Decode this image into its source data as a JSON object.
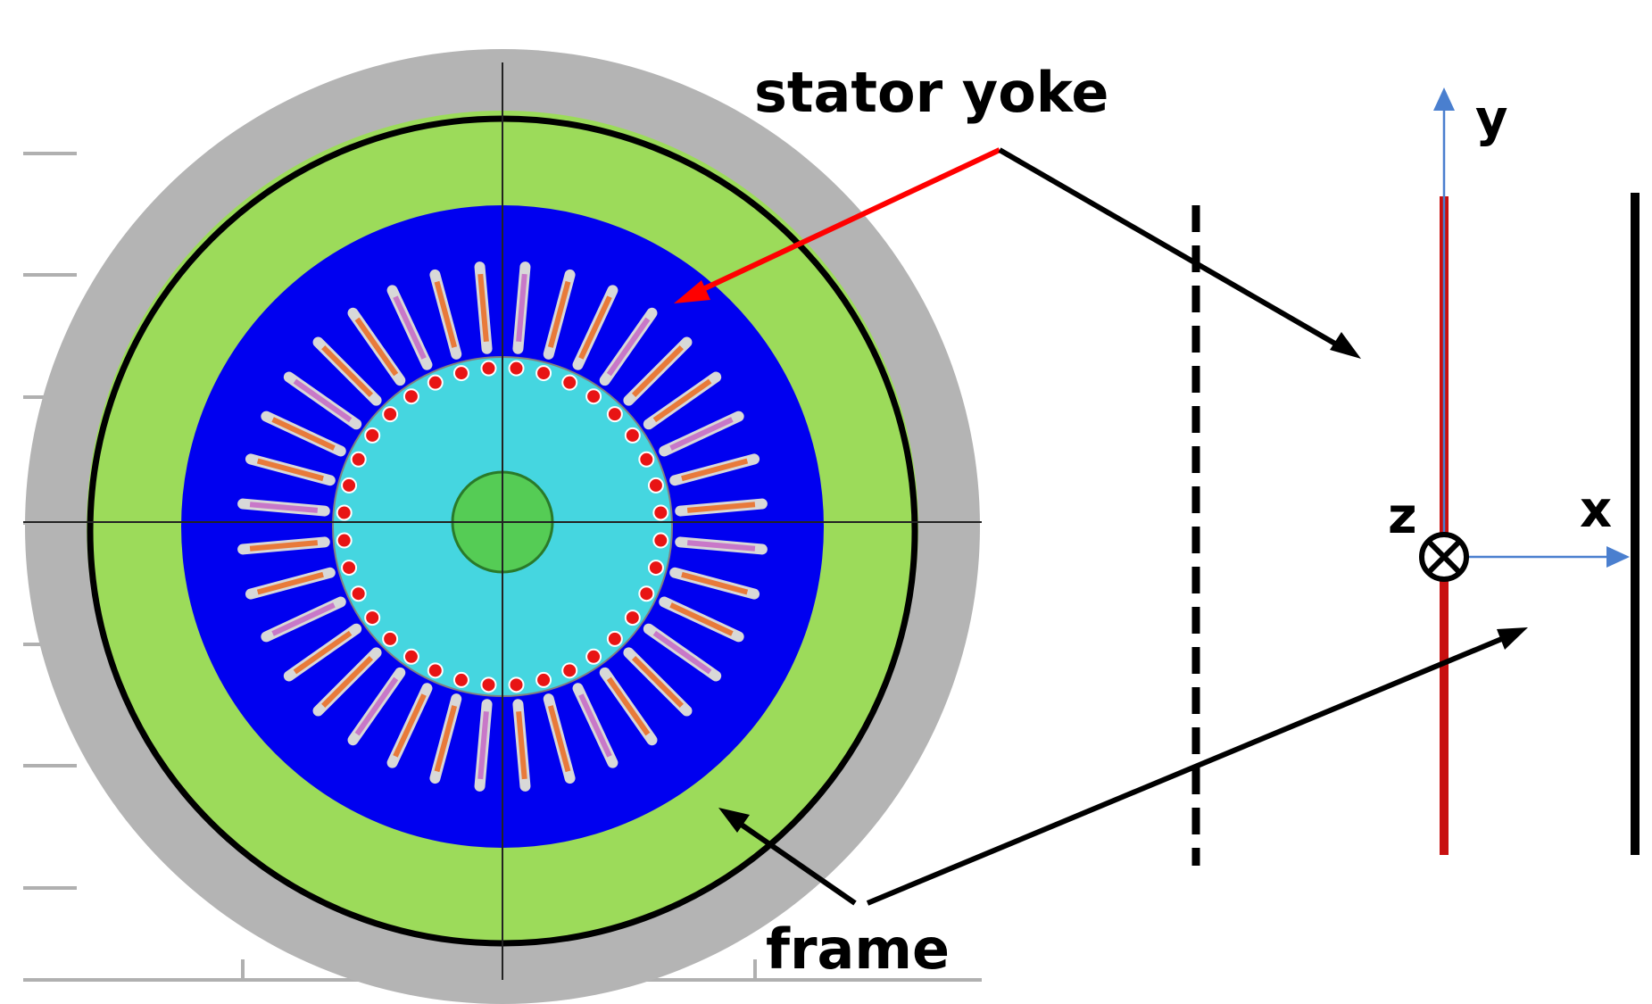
{
  "labels": {
    "stator_yoke": "stator yoke",
    "frame": "frame",
    "axis_x": "x",
    "axis_y": "y",
    "axis_z": "z"
  },
  "components": {
    "slot_count": 36
  },
  "colors": {
    "housing": "#b4b4b4",
    "frame": "#9cdb5a",
    "stator_yoke": "#0000f0",
    "airgap": "#45d6e0",
    "shaft": "#55cc55",
    "winding": "#e87a3a",
    "winding_alt": "#c878c8",
    "conductor": "#e81414",
    "red_line": "#c81010",
    "red_arrow": "#ff0000",
    "axis": "#4a7fcf",
    "black": "#000000"
  }
}
